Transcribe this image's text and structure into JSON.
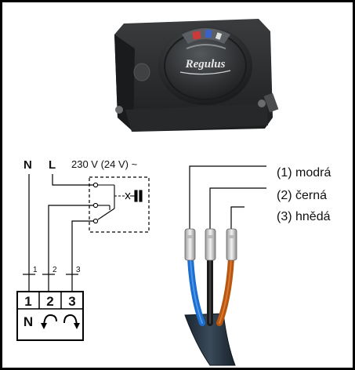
{
  "product": {
    "brand_label": "Regulus"
  },
  "diagram": {
    "terminal_N": "N",
    "terminal_L": "L",
    "supply_voltage": "230 V (24 V) ~",
    "wire_numbers": [
      "1",
      "2",
      "3"
    ],
    "terminal_block_numbers": [
      "1",
      "2",
      "3"
    ],
    "terminal_block_N": "N",
    "icons": {
      "ccw_rotation": "rotate-ccw-arrow",
      "cw_rotation": "rotate-cw-arrow"
    }
  },
  "cable_legend": [
    {
      "label": "(1) modrá",
      "color": "#1a6fd1"
    },
    {
      "label": "(2) černá",
      "color": "#1b1b1b"
    },
    {
      "label": "(3) hnědá",
      "color": "#b8560f"
    }
  ],
  "colors": {
    "frame": "#000000",
    "cable_sheath": "#22303c",
    "actuator_body": "#2a2c2e"
  }
}
